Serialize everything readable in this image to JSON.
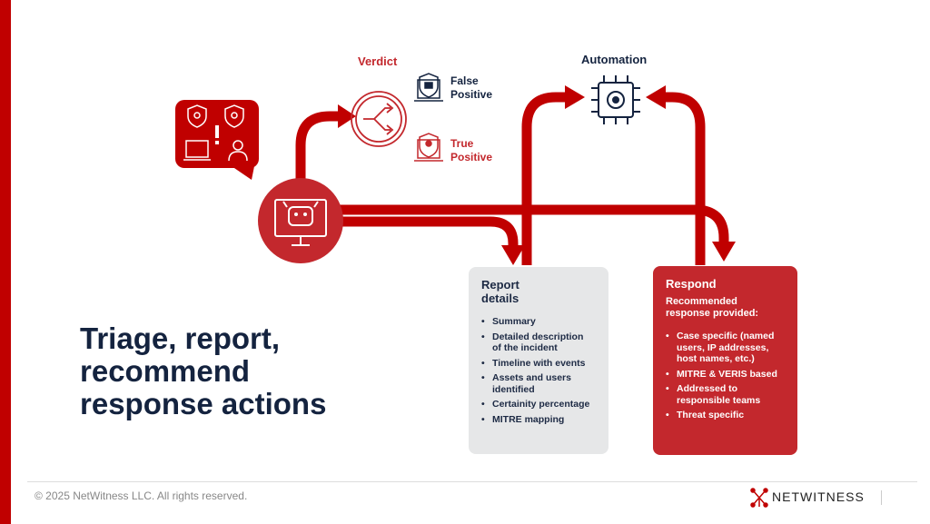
{
  "title": "Triage, report, recommend response actions",
  "verdict": {
    "label": "Verdict",
    "false_positive": "False Positive",
    "true_positive": "True Positive"
  },
  "automation": {
    "label": "Automation"
  },
  "report": {
    "title": "Report details",
    "items": [
      "Summary",
      "Detailed description of the incident",
      "Timeline with events",
      "Assets and users identified",
      "Certainity percentage",
      "MITRE mapping"
    ]
  },
  "respond": {
    "title": "Respond",
    "subtitle": "Recommended response provided:",
    "items": [
      "Case specific (named users, IP addresses, host names, etc.)",
      "MITRE & VERIS based",
      "Addressed to responsible teams",
      "Threat specific"
    ]
  },
  "footer": {
    "copyright": "© 2025 NetWitness LLC. All rights reserved.",
    "logo": "NETWITNESS"
  },
  "colors": {
    "red": "#c00000",
    "navy": "#14233f",
    "panel": "#e6e7e8",
    "respond": "#c3282d"
  }
}
